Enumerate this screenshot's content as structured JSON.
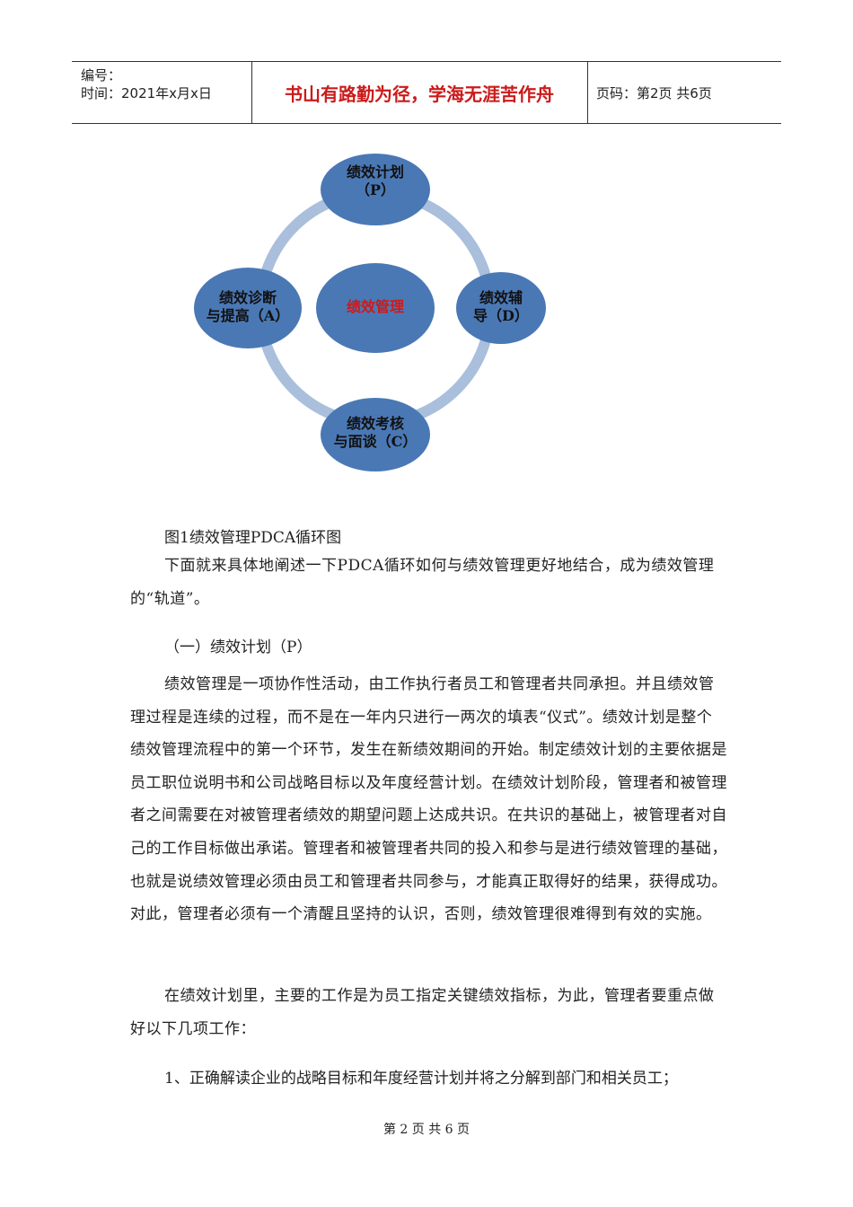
{
  "header": {
    "serial_label": "编号：",
    "date_text": "时间：2021年x月x日",
    "motto": "书山有路勤为径，学海无涯苦作舟",
    "page_info": "页码：第2页  共6页"
  },
  "diagram": {
    "center": "绩效管理",
    "nodes": {
      "plan": [
        "绩效计划",
        "（P）"
      ],
      "do": [
        "绩效辅",
        "导（D）"
      ],
      "check": [
        "绩效考核",
        "与面谈（C）"
      ],
      "act": [
        "绩效诊断",
        "与提高（A）"
      ]
    },
    "colors": {
      "node": "#4a78b5",
      "ring": "#a9bfdc",
      "center_text": "#cc1a1a"
    }
  },
  "body": {
    "caption": "图1绩效管理PDCA循环图",
    "intro": "下面就来具体地阐述一下PDCA循环如何与绩效管理更好地结合，成为绩效管理的“轨道”。",
    "section1_title": "（一）绩效计划（P）",
    "para1": "绩效管理是一项协作性活动，由工作执行者员工和管理者共同承担。并且绩效管理过程是连续的过程，而不是在一年内只进行一两次的填表“仪式”。绩效计划是整个绩效管理流程中的第一个环节，发生在新绩效期间的开始。制定绩效计划的主要依据是员工职位说明书和公司战略目标以及年度经营计划。在绩效计划阶段，管理者和被管理者之间需要在对被管理者绩效的期望问题上达成共识。在共识的基础上，被管理者对自己的工作目标做出承诺。管理者和被管理者共同的投入和参与是进行绩效管理的基础，也就是说绩效管理必须由员工和管理者共同参与，才能真正取得好的结果，获得成功。对此，管理者必须有一个清醒且坚持的认识，否则，绩效管理很难得到有效的实施。",
    "para2": "在绩效计划里，主要的工作是为员工指定关键绩效指标，为此，管理者要重点做好以下几项工作：",
    "item1": "1、正确解读企业的战略目标和年度经营计划并将之分解到部门和相关员工；"
  },
  "footer": {
    "page": "第 2 页 共 6 页"
  }
}
